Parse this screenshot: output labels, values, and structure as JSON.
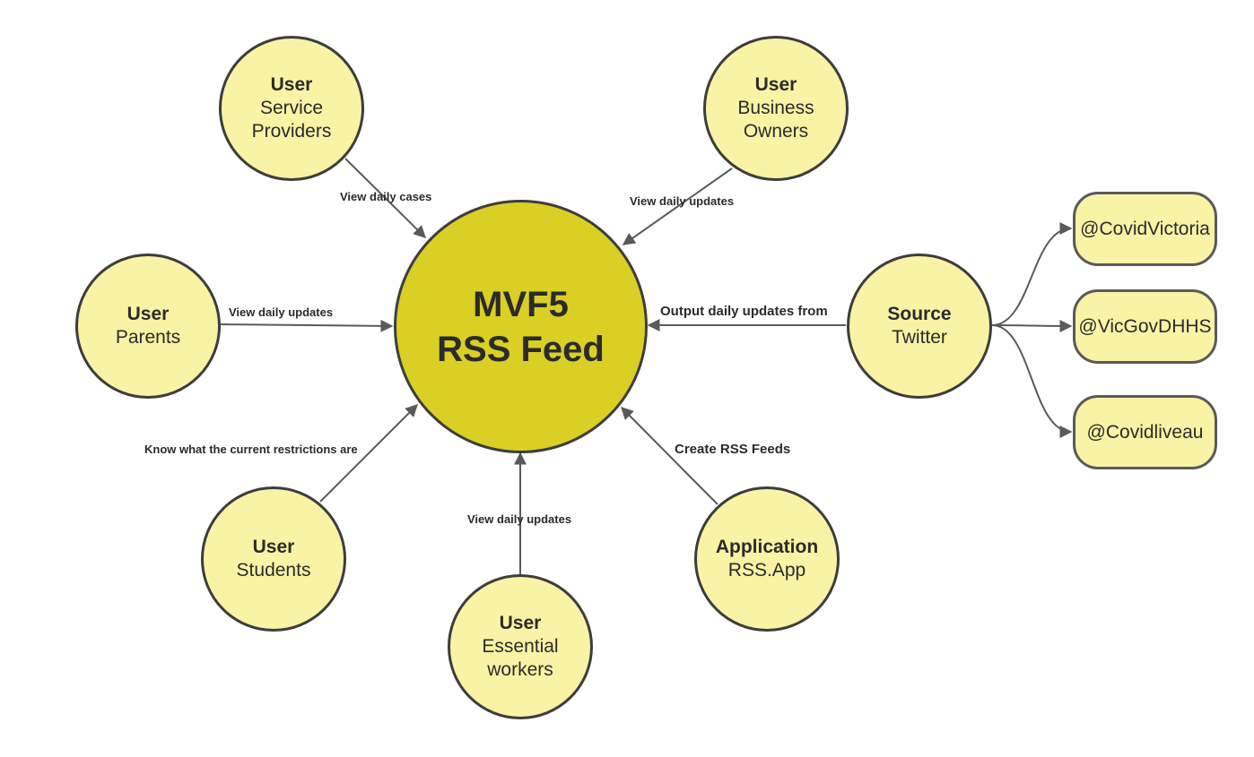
{
  "colors": {
    "node_fill": "#f9f3a5",
    "center_fill": "#d9cf25",
    "stroke": "#3d3d3d",
    "arrow": "#5a5a5a"
  },
  "center": {
    "line1": "MVF5",
    "line2": "RSS Feed"
  },
  "nodes": {
    "service_providers": {
      "role": "User",
      "name": "Service\nProviders"
    },
    "business_owners": {
      "role": "User",
      "name": "Business\nOwners"
    },
    "parents": {
      "role": "User",
      "name": "Parents"
    },
    "source": {
      "role": "Source",
      "name": "Twitter"
    },
    "students": {
      "role": "User",
      "name": "Students"
    },
    "essential_workers": {
      "role": "User",
      "name": "Essential\nworkers"
    },
    "application": {
      "role": "Application",
      "name": "RSS.App"
    }
  },
  "accounts": [
    "@CovidVictoria",
    "@VicGovDHHS",
    "@Covidliveau"
  ],
  "edge_labels": {
    "service_providers": "View daily cases",
    "business_owners": "View daily updates",
    "parents": "View daily updates",
    "source": "Output daily updates from",
    "students": "Know what the current restrictions are",
    "essential_workers": "View daily updates",
    "application": "Create RSS Feeds"
  }
}
